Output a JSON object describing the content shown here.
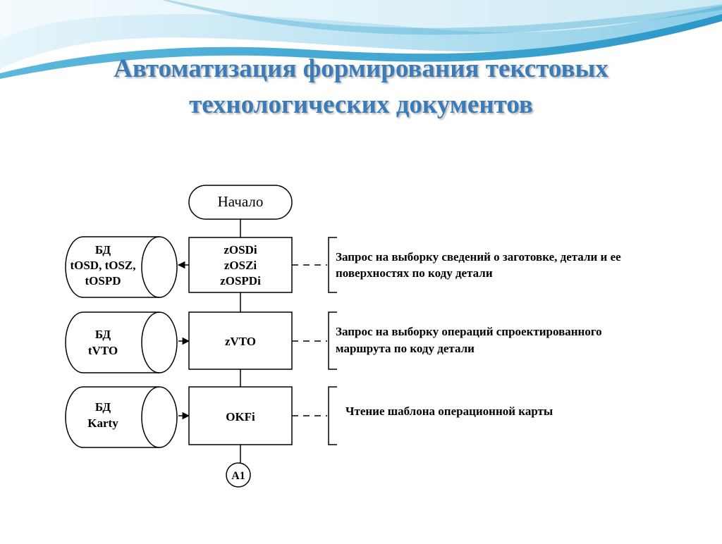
{
  "slide": {
    "title_line1": "Автоматизация формирования текстовых",
    "title_line2": "технологических документов"
  },
  "flowchart": {
    "start_label": "Начало",
    "connector_label": "A1",
    "steps": [
      {
        "process_lines": [
          "zOSDi",
          "zOSZi",
          "zOSPDi"
        ],
        "database_lines": [
          "БД",
          "tOSD, tOSZ,",
          "tOSPD"
        ],
        "comment_lines": [
          "Запрос на выборку сведений о заготовке, детали и ее",
          "поверхностях по коду детали"
        ]
      },
      {
        "process_lines": [
          "zVTO"
        ],
        "database_lines": [
          "БД",
          "tVTO"
        ],
        "comment_lines": [
          "Запрос на выборку операций спроектированного",
          "маршрута по коду детали"
        ]
      },
      {
        "process_lines": [
          "OKFi"
        ],
        "database_lines": [
          "БД",
          "Karty"
        ],
        "comment_lines": [
          "Чтение шаблона операционной карты"
        ]
      }
    ]
  },
  "colors": {
    "title": "#3a7bb8",
    "wave_light": "#c9e8f4",
    "wave_mid": "#8fd0e8",
    "wave_dark": "#35a2cf",
    "line": "#000000"
  }
}
